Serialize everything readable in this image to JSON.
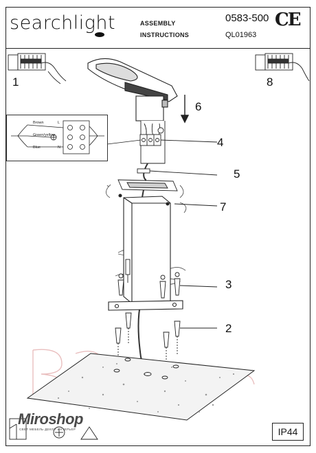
{
  "header": {
    "brand": "searchlight",
    "title_line1": "ASSEMBLY",
    "title_line2": "INSTRUCTIONS",
    "part_number": "0583-500",
    "sub_number": "QL01963",
    "certification_mark": "CE"
  },
  "steps": {
    "s1": "1",
    "s8": "8",
    "s6": "6",
    "s4a": "4",
    "s4b": "4",
    "s5": "5",
    "s7": "7",
    "s3": "3",
    "s2": "2"
  },
  "wiring": {
    "brown": "Brown",
    "green_yellow": "Green/yellow",
    "blue": "Blue",
    "live": "L",
    "neutral": "N"
  },
  "footer": {
    "ip_rating": "IP44",
    "watermark": "Miroshop",
    "watermark_sub": "СВЕТ·МЕБЕЛЬ·ДЕКОР·ИНТЕРЬЕР"
  },
  "colors": {
    "ink": "#1a1a1a",
    "watermark_pink": "#e7b7b7"
  }
}
